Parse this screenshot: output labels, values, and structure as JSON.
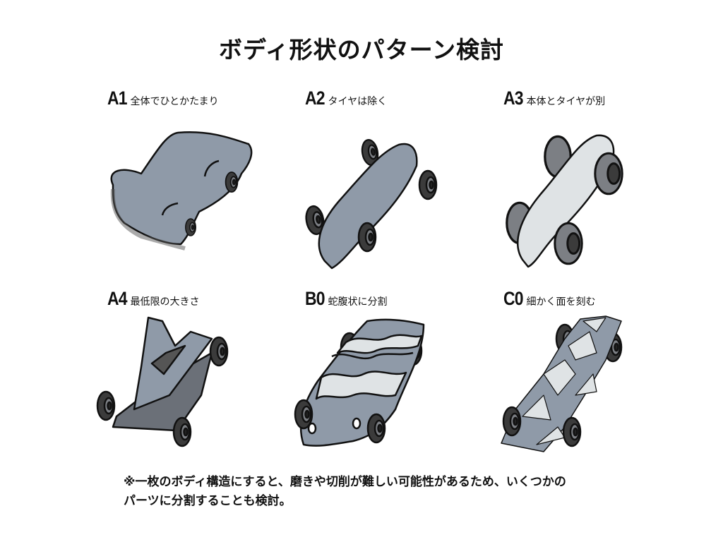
{
  "title": "ボディ形状のパターン検討",
  "patterns": [
    {
      "code": "A1",
      "desc": "全体でひとかたまり"
    },
    {
      "code": "A2",
      "desc": "タイヤは除く"
    },
    {
      "code": "A3",
      "desc": "本体とタイヤが別"
    },
    {
      "code": "A4",
      "desc": "最低限の大きさ"
    },
    {
      "code": "B0",
      "desc": "蛇腹状に分割"
    },
    {
      "code": "C0",
      "desc": "細かく面を刻む"
    }
  ],
  "note": {
    "line1": "※一枚のボディ構造にすると、磨きや切削が難しい可能性があるため、いくつかの",
    "line2": "パーツに分割することも検討。"
  },
  "colors": {
    "body": "#8f9aa8",
    "body_light": "#dfe3e5",
    "tire": "#3b3b3b",
    "hub": "#7c7f84"
  }
}
